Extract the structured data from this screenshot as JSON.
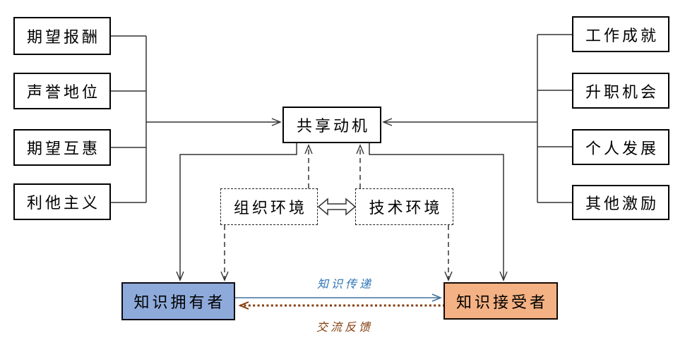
{
  "diagram": {
    "title": "knowledge-sharing-motivation-model",
    "left_factors": [
      "期望报酬",
      "声誉地位",
      "期望互惠",
      "利他主义"
    ],
    "right_factors": [
      "工作成就",
      "升职机会",
      "个人发展",
      "其他激励"
    ],
    "center": {
      "motivation": "共享动机",
      "org_env": "组织环境",
      "tech_env": "技术环境"
    },
    "bottom": {
      "owner": "知识拥有者",
      "receiver": "知识接受者"
    },
    "flow_labels": {
      "transfer": "知识传递",
      "feedback": "交流反馈"
    },
    "edges": [
      {
        "from": "left_factors",
        "to": "共享动机",
        "style": "solid-arrow"
      },
      {
        "from": "right_factors",
        "to": "共享动机",
        "style": "solid-arrow"
      },
      {
        "from": "共享动机",
        "to": "知识拥有者",
        "style": "solid-arrow"
      },
      {
        "from": "共享动机",
        "to": "知识接受者",
        "style": "solid-arrow"
      },
      {
        "from": "组织环境",
        "to": "共享动机",
        "style": "dashed-arrow"
      },
      {
        "from": "技术环境",
        "to": "共享动机",
        "style": "dashed-arrow"
      },
      {
        "from": "组织环境",
        "to": "知识拥有者",
        "style": "dashed-arrow"
      },
      {
        "from": "技术环境",
        "to": "知识接受者",
        "style": "dashed-arrow"
      },
      {
        "from": "组织环境",
        "to": "技术环境",
        "style": "hollow-double-arrow"
      },
      {
        "from": "知识拥有者",
        "to": "知识接受者",
        "style": "blue-solid-arrow",
        "label": "知识传递"
      },
      {
        "from": "知识接受者",
        "to": "知识拥有者",
        "style": "brown-dotted-arrow",
        "label": "交流反馈"
      }
    ],
    "colors": {
      "owner_fill": "#8EAADB",
      "receiver_fill": "#F4B183",
      "transfer_line": "#41719C",
      "transfer_text": "#2E74B5",
      "feedback_line": "#843C0C",
      "line": "#333333"
    }
  }
}
